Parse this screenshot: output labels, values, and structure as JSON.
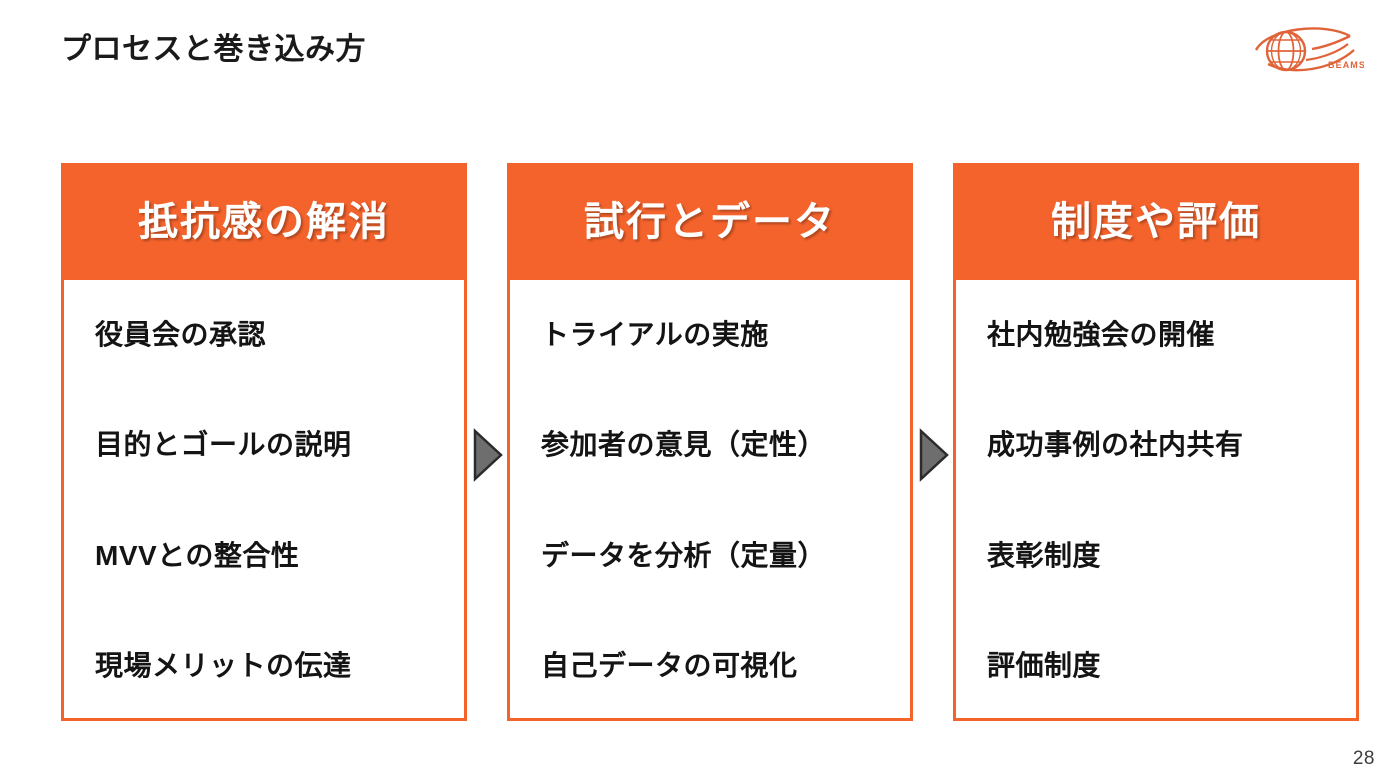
{
  "slide": {
    "title": "プロセスと巻き込み方",
    "page_number": "28",
    "accent_color": "#F4632C",
    "header_text_color": "#FFFFFF",
    "body_text_color": "#141414",
    "arrow_fill": "#6E6E6E"
  },
  "logo": {
    "wordmark": "BEAMS",
    "icon": "globe-swoosh-icon",
    "color": "#E0643A"
  },
  "columns": [
    {
      "header": "抵抗感の解消",
      "items": [
        "役員会の承認",
        "目的とゴールの説明",
        "MVVとの整合性",
        "現場メリットの伝達"
      ]
    },
    {
      "header": "試行とデータ",
      "items": [
        "トライアルの実施",
        "参加者の意見（定性）",
        "データを分析（定量）",
        "自己データの可視化"
      ]
    },
    {
      "header": "制度や評価",
      "items": [
        "社内勉強会の開催",
        "成功事例の社内共有",
        "表彰制度",
        "評価制度"
      ]
    }
  ],
  "arrows": [
    {
      "name": "arrow-step-1-to-2"
    },
    {
      "name": "arrow-step-2-to-3"
    }
  ]
}
